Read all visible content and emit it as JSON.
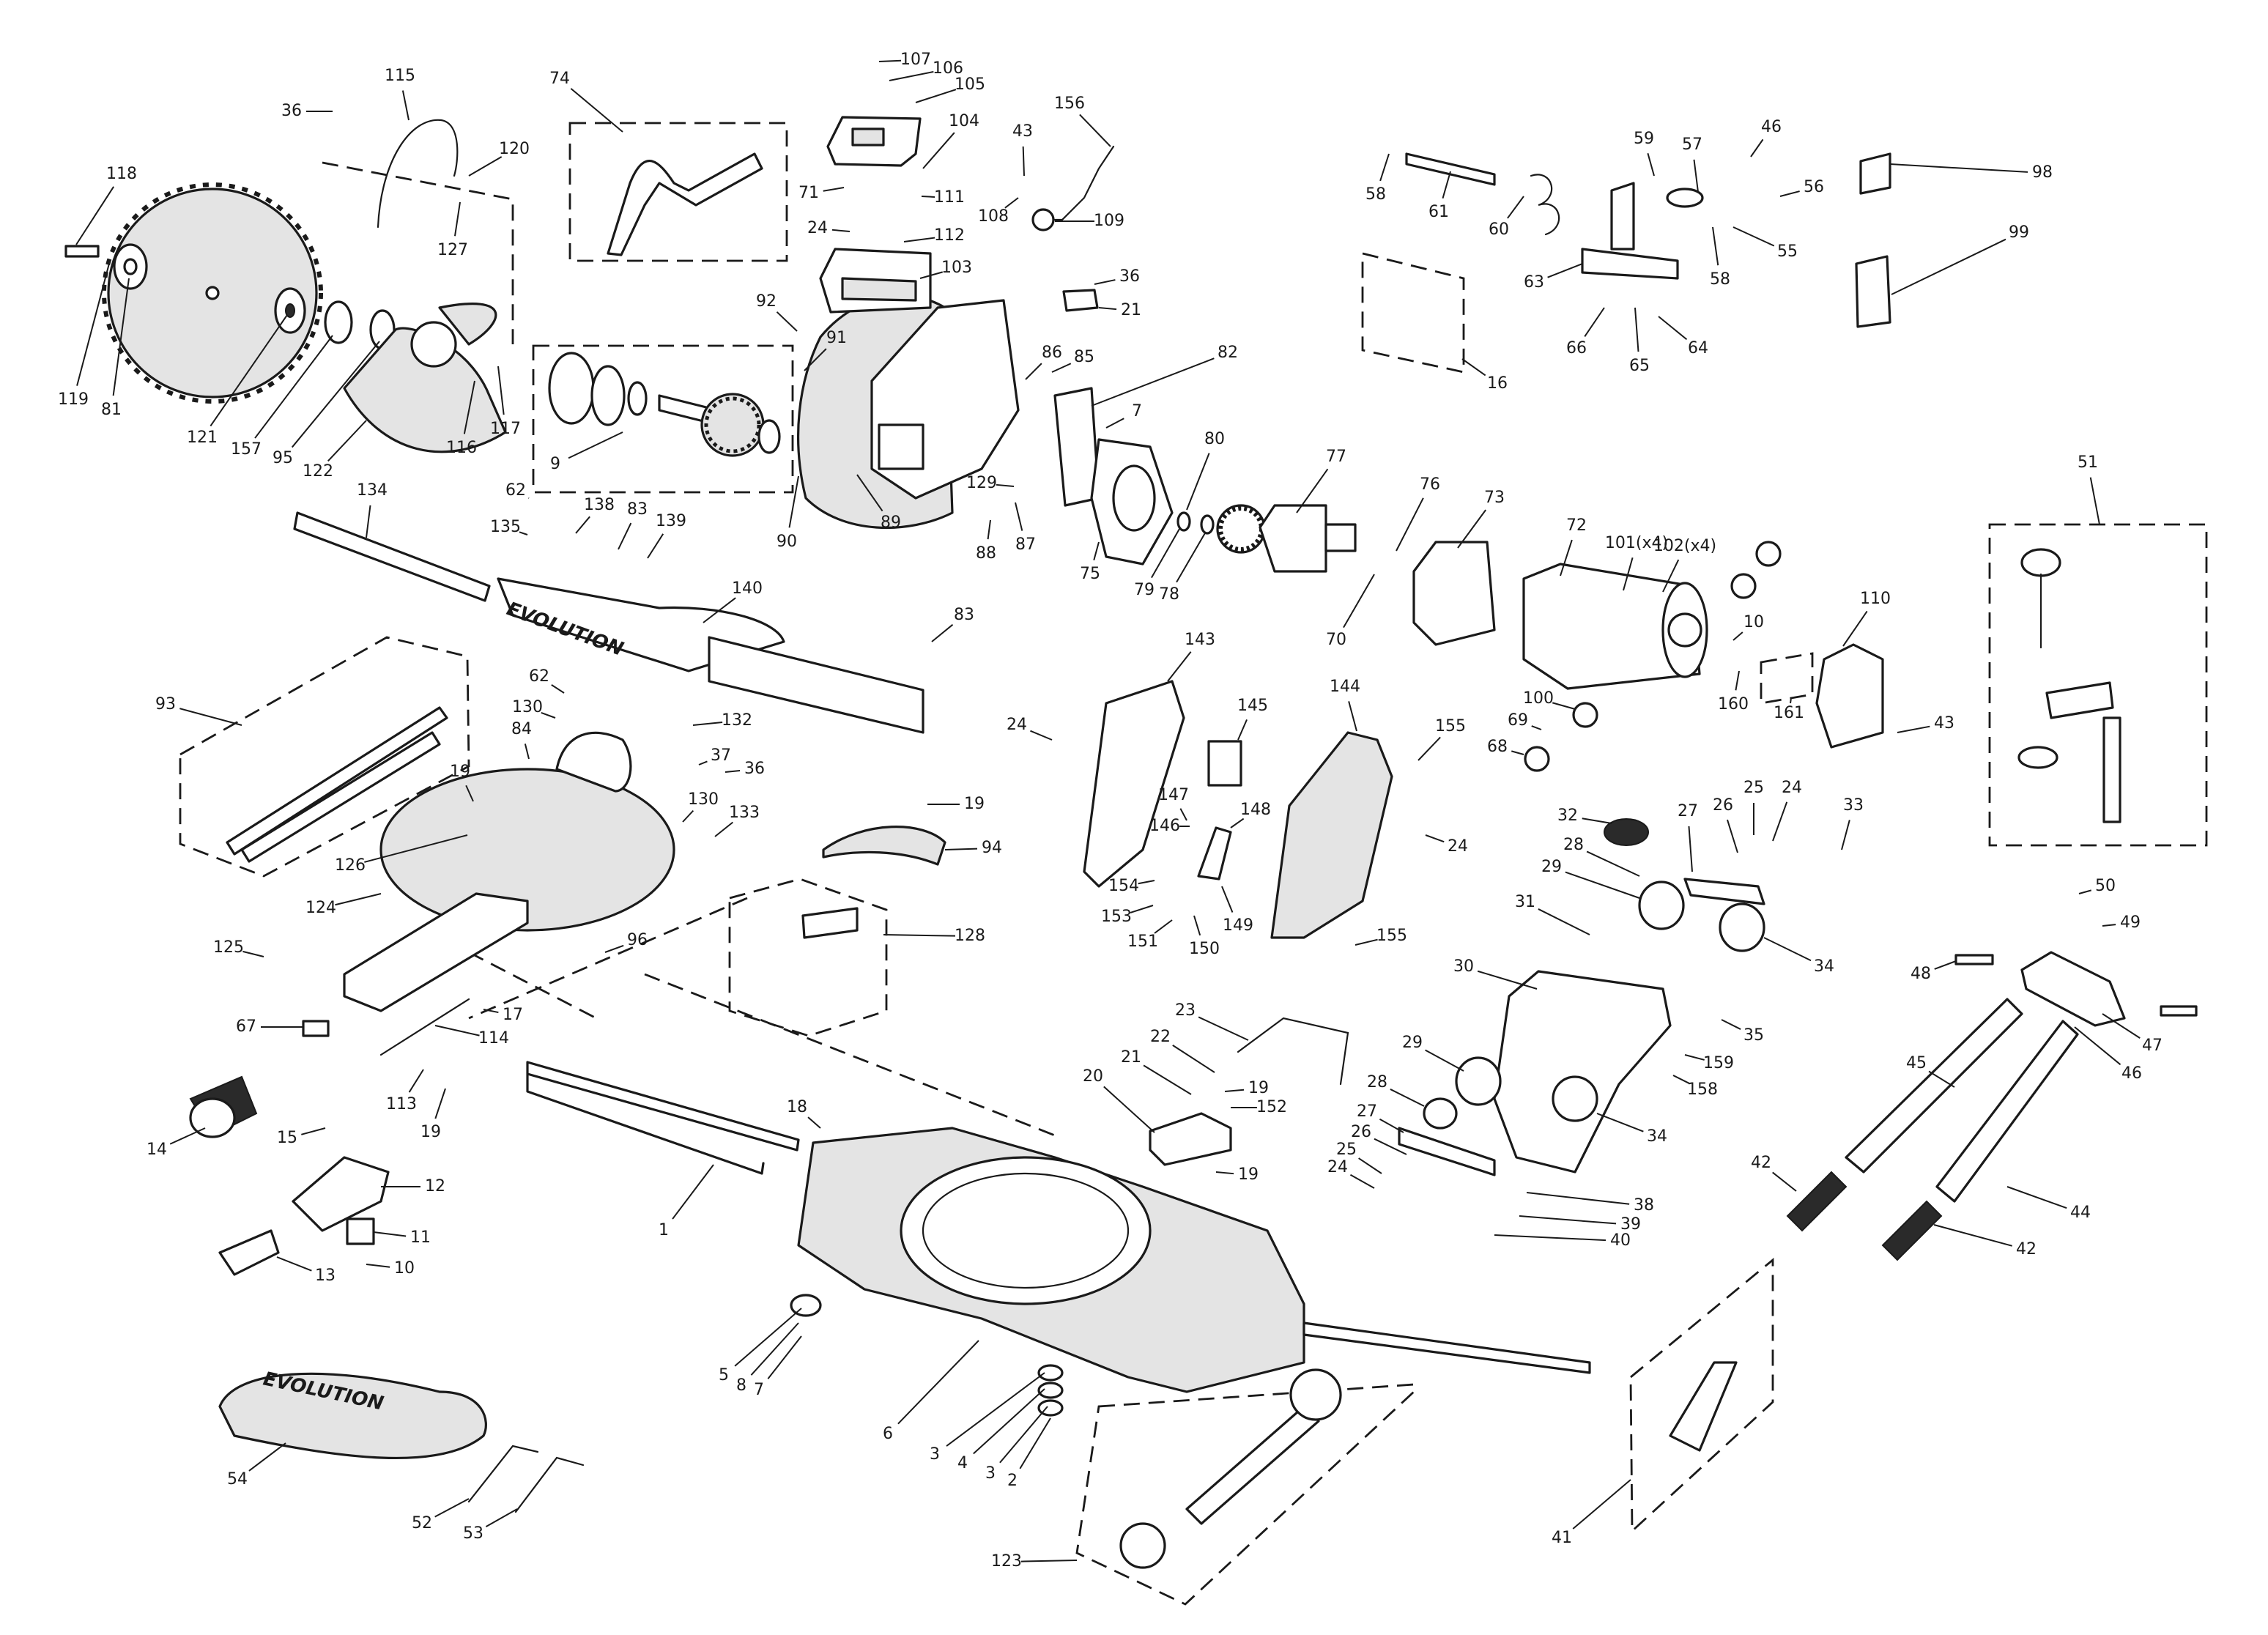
{
  "brand": {
    "guard_text": "EVOLUTION",
    "bag_text": "EVOLUTION"
  },
  "callouts": [
    {
      "id": "c118",
      "label": "118"
    },
    {
      "id": "c119",
      "label": "119"
    },
    {
      "id": "c81",
      "label": "81"
    },
    {
      "id": "c121",
      "label": "121"
    },
    {
      "id": "c157",
      "label": "157"
    },
    {
      "id": "c95",
      "label": "95"
    },
    {
      "id": "c122",
      "label": "122"
    },
    {
      "id": "c36a",
      "label": "36"
    },
    {
      "id": "c115",
      "label": "115"
    },
    {
      "id": "c120",
      "label": "120"
    },
    {
      "id": "c127",
      "label": "127"
    },
    {
      "id": "c116",
      "label": "116"
    },
    {
      "id": "c117",
      "label": "117"
    },
    {
      "id": "c9",
      "label": "9"
    },
    {
      "id": "c74",
      "label": "74"
    },
    {
      "id": "c92",
      "label": "92"
    },
    {
      "id": "c91",
      "label": "91"
    },
    {
      "id": "c107",
      "label": "107"
    },
    {
      "id": "c106",
      "label": "106"
    },
    {
      "id": "c105",
      "label": "105"
    },
    {
      "id": "c104",
      "label": "104"
    },
    {
      "id": "c71",
      "label": "71"
    },
    {
      "id": "c111",
      "label": "111"
    },
    {
      "id": "c24a",
      "label": "24"
    },
    {
      "id": "c112",
      "label": "112"
    },
    {
      "id": "c103",
      "label": "103"
    },
    {
      "id": "c43a",
      "label": "43"
    },
    {
      "id": "c156",
      "label": "156"
    },
    {
      "id": "c108",
      "label": "108"
    },
    {
      "id": "c109",
      "label": "109"
    },
    {
      "id": "c36b",
      "label": "36"
    },
    {
      "id": "c21a",
      "label": "21"
    },
    {
      "id": "c86",
      "label": "86"
    },
    {
      "id": "c85",
      "label": "85"
    },
    {
      "id": "c82",
      "label": "82"
    },
    {
      "id": "c7a",
      "label": "7"
    },
    {
      "id": "c80",
      "label": "80"
    },
    {
      "id": "c90",
      "label": "90"
    },
    {
      "id": "c89",
      "label": "89"
    },
    {
      "id": "c129",
      "label": "129"
    },
    {
      "id": "c88",
      "label": "88"
    },
    {
      "id": "c87",
      "label": "87"
    },
    {
      "id": "c75",
      "label": "75"
    },
    {
      "id": "c79",
      "label": "79"
    },
    {
      "id": "c78",
      "label": "78"
    },
    {
      "id": "c77",
      "label": "77"
    },
    {
      "id": "c76",
      "label": "76"
    },
    {
      "id": "c73",
      "label": "73"
    },
    {
      "id": "c70",
      "label": "70"
    },
    {
      "id": "c72",
      "label": "72"
    },
    {
      "id": "c101",
      "label": "101(x4)"
    },
    {
      "id": "c102",
      "label": "102(x4)"
    },
    {
      "id": "c10a",
      "label": "10"
    },
    {
      "id": "c160",
      "label": "160"
    },
    {
      "id": "c161",
      "label": "161"
    },
    {
      "id": "c100",
      "label": "100"
    },
    {
      "id": "c69",
      "label": "69"
    },
    {
      "id": "c68",
      "label": "68"
    },
    {
      "id": "c110",
      "label": "110"
    },
    {
      "id": "c43b",
      "label": "43"
    },
    {
      "id": "c51",
      "label": "51"
    },
    {
      "id": "c58a",
      "label": "58"
    },
    {
      "id": "c61",
      "label": "61"
    },
    {
      "id": "c60",
      "label": "60"
    },
    {
      "id": "c59",
      "label": "59"
    },
    {
      "id": "c57",
      "label": "57"
    },
    {
      "id": "c46a",
      "label": "46"
    },
    {
      "id": "c56",
      "label": "56"
    },
    {
      "id": "c98",
      "label": "98"
    },
    {
      "id": "c99",
      "label": "99"
    },
    {
      "id": "c63",
      "label": "63"
    },
    {
      "id": "c58b",
      "label": "58"
    },
    {
      "id": "c55",
      "label": "55"
    },
    {
      "id": "c66",
      "label": "66"
    },
    {
      "id": "c65",
      "label": "65"
    },
    {
      "id": "c64",
      "label": "64"
    },
    {
      "id": "c16",
      "label": "16"
    },
    {
      "id": "c134",
      "label": "134"
    },
    {
      "id": "c62a",
      "label": "62"
    },
    {
      "id": "c135",
      "label": "135"
    },
    {
      "id": "c138",
      "label": "138"
    },
    {
      "id": "c83a",
      "label": "83"
    },
    {
      "id": "c139",
      "label": "139"
    },
    {
      "id": "c140",
      "label": "140"
    },
    {
      "id": "c83b",
      "label": "83"
    },
    {
      "id": "c93",
      "label": "93"
    },
    {
      "id": "c62b",
      "label": "62"
    },
    {
      "id": "c130a",
      "label": "130"
    },
    {
      "id": "c132",
      "label": "132"
    },
    {
      "id": "c84",
      "label": "84"
    },
    {
      "id": "c37",
      "label": "37"
    },
    {
      "id": "c36c",
      "label": "36"
    },
    {
      "id": "c19a",
      "label": "19"
    },
    {
      "id": "c130b",
      "label": "130"
    },
    {
      "id": "c133",
      "label": "133"
    },
    {
      "id": "c126",
      "label": "126"
    },
    {
      "id": "c124",
      "label": "124"
    },
    {
      "id": "c19b",
      "label": "19"
    },
    {
      "id": "c94",
      "label": "94"
    },
    {
      "id": "c125",
      "label": "125"
    },
    {
      "id": "c96",
      "label": "96"
    },
    {
      "id": "c128",
      "label": "128"
    },
    {
      "id": "c67",
      "label": "67"
    },
    {
      "id": "c17",
      "label": "17"
    },
    {
      "id": "c114",
      "label": "114"
    },
    {
      "id": "c113",
      "label": "113"
    },
    {
      "id": "c19c",
      "label": "19"
    },
    {
      "id": "c14",
      "label": "14"
    },
    {
      "id": "c15",
      "label": "15"
    },
    {
      "id": "c12",
      "label": "12"
    },
    {
      "id": "c11",
      "label": "11"
    },
    {
      "id": "c10b",
      "label": "10"
    },
    {
      "id": "c13",
      "label": "13"
    },
    {
      "id": "c1",
      "label": "1"
    },
    {
      "id": "c18",
      "label": "18"
    },
    {
      "id": "c5",
      "label": "5"
    },
    {
      "id": "c8",
      "label": "8"
    },
    {
      "id": "c7b",
      "label": "7"
    },
    {
      "id": "c6",
      "label": "6"
    },
    {
      "id": "c3a",
      "label": "3"
    },
    {
      "id": "c4",
      "label": "4"
    },
    {
      "id": "c3b",
      "label": "3"
    },
    {
      "id": "c2",
      "label": "2"
    },
    {
      "id": "c54",
      "label": "54"
    },
    {
      "id": "c52",
      "label": "52"
    },
    {
      "id": "c53",
      "label": "53"
    },
    {
      "id": "c123",
      "label": "123"
    },
    {
      "id": "c24b",
      "label": "24"
    },
    {
      "id": "c143",
      "label": "143"
    },
    {
      "id": "c145",
      "label": "145"
    },
    {
      "id": "c144",
      "label": "144"
    },
    {
      "id": "c155a",
      "label": "155"
    },
    {
      "id": "c147",
      "label": "147"
    },
    {
      "id": "c146",
      "label": "146"
    },
    {
      "id": "c148",
      "label": "148"
    },
    {
      "id": "c154",
      "label": "154"
    },
    {
      "id": "c153",
      "label": "153"
    },
    {
      "id": "c149",
      "label": "149"
    },
    {
      "id": "c151",
      "label": "151"
    },
    {
      "id": "c150",
      "label": "150"
    },
    {
      "id": "c24c",
      "label": "24"
    },
    {
      "id": "c155b",
      "label": "155"
    },
    {
      "id": "c32",
      "label": "32"
    },
    {
      "id": "c27a",
      "label": "27"
    },
    {
      "id": "c26a",
      "label": "26"
    },
    {
      "id": "c25a",
      "label": "25"
    },
    {
      "id": "c24d",
      "label": "24"
    },
    {
      "id": "c33",
      "label": "33"
    },
    {
      "id": "c28a",
      "label": "28"
    },
    {
      "id": "c29a",
      "label": "29"
    },
    {
      "id": "c31",
      "label": "31"
    },
    {
      "id": "c34a",
      "label": "34"
    },
    {
      "id": "c30",
      "label": "30"
    },
    {
      "id": "c35",
      "label": "35"
    },
    {
      "id": "c159",
      "label": "159"
    },
    {
      "id": "c158",
      "label": "158"
    },
    {
      "id": "c29b",
      "label": "29"
    },
    {
      "id": "c28b",
      "label": "28"
    },
    {
      "id": "c27b",
      "label": "27"
    },
    {
      "id": "c26b",
      "label": "26"
    },
    {
      "id": "c25b",
      "label": "25"
    },
    {
      "id": "c24e",
      "label": "24"
    },
    {
      "id": "c34b",
      "label": "34"
    },
    {
      "id": "c38",
      "label": "38"
    },
    {
      "id": "c39",
      "label": "39"
    },
    {
      "id": "c40",
      "label": "40"
    },
    {
      "id": "c23",
      "label": "23"
    },
    {
      "id": "c22",
      "label": "22"
    },
    {
      "id": "c21b",
      "label": "21"
    },
    {
      "id": "c20",
      "label": "20"
    },
    {
      "id": "c19d",
      "label": "19"
    },
    {
      "id": "c152",
      "label": "152"
    },
    {
      "id": "c19e",
      "label": "19"
    },
    {
      "id": "c50",
      "label": "50"
    },
    {
      "id": "c49",
      "label": "49"
    },
    {
      "id": "c48",
      "label": "48"
    },
    {
      "id": "c47",
      "label": "47"
    },
    {
      "id": "c45",
      "label": "45"
    },
    {
      "id": "c46b",
      "label": "46"
    },
    {
      "id": "c42a",
      "label": "42"
    },
    {
      "id": "c44",
      "label": "44"
    },
    {
      "id": "c42b",
      "label": "42"
    },
    {
      "id": "c41",
      "label": "41"
    }
  ]
}
